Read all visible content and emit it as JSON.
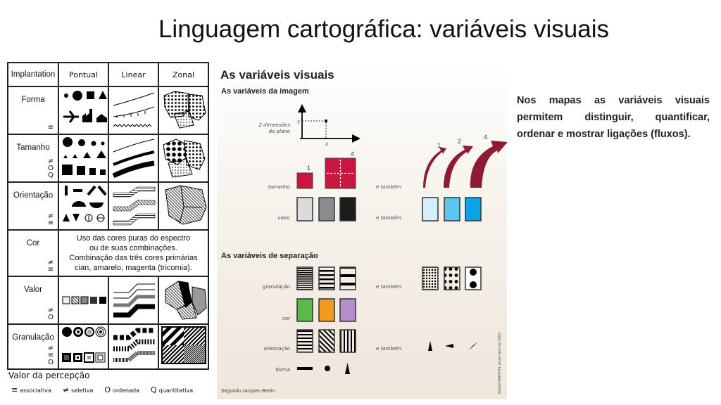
{
  "slide_title": "Linguagem cartográfica: variáveis visuais",
  "table": {
    "headers": [
      "Implantation",
      "Pontual",
      "Linear",
      "Zonal"
    ],
    "rows": [
      {
        "label": "Forma",
        "symbols": "≡"
      },
      {
        "label": "Tamanho",
        "symbols": "≠\nO\nQ"
      },
      {
        "label": "Orientação",
        "symbols": "≠\n≡"
      },
      {
        "label": "Cor",
        "symbols": "≠\n≡"
      },
      {
        "label": "Valor",
        "symbols": "≠\nO"
      },
      {
        "label": "Granulação",
        "symbols": "≠\n≡\nO"
      }
    ],
    "cor_text": [
      "Uso das cores puras do espectro",
      "ou de suas combinações.",
      "Combinação das três cores primárias",
      "cian, amarelo, magenta (tricomia)."
    ]
  },
  "legend": {
    "title": "Valor da percepção",
    "items": [
      {
        "symbol": "≡",
        "label": "associativa"
      },
      {
        "symbol": "≠",
        "label": "seletiva"
      },
      {
        "symbol": "O",
        "label": "ordenada"
      },
      {
        "symbol": "Q",
        "label": "quantitativa"
      }
    ]
  },
  "panel": {
    "title": "As variáveis visuais",
    "image_heading": "As variáveis da imagem",
    "plane_label_1": "2 dimensões",
    "plane_label_2": "do plano",
    "axis_y": "y",
    "axis_x": "x",
    "size_small": "1",
    "size_big": "4",
    "arrow_labels": [
      "1",
      "2",
      "4"
    ],
    "tamanho": "tamanho",
    "valor": "valor",
    "e_tambem": "e também",
    "separation_heading": "As variáveis de separação",
    "granulacao": "granulação",
    "cor": "cor",
    "orientacao": "orientação",
    "forma": "forma",
    "source": "Segundo Jacques Bertin",
    "credit": "Benoit MARTIN, dezembro de 2005",
    "colors": {
      "red": "#c8163e",
      "arrow": "#8e1b33",
      "green": "#5bb947",
      "orange": "#f39a1e",
      "purple": "#b58ccc",
      "blue1": "#d4effb",
      "blue2": "#5cc6ef",
      "blue3": "#0aa3e4"
    }
  },
  "side_text": "Nos mapas as variáveis visuais permitem distinguir, quantificar, ordenar e mostrar ligações (fluxos)."
}
